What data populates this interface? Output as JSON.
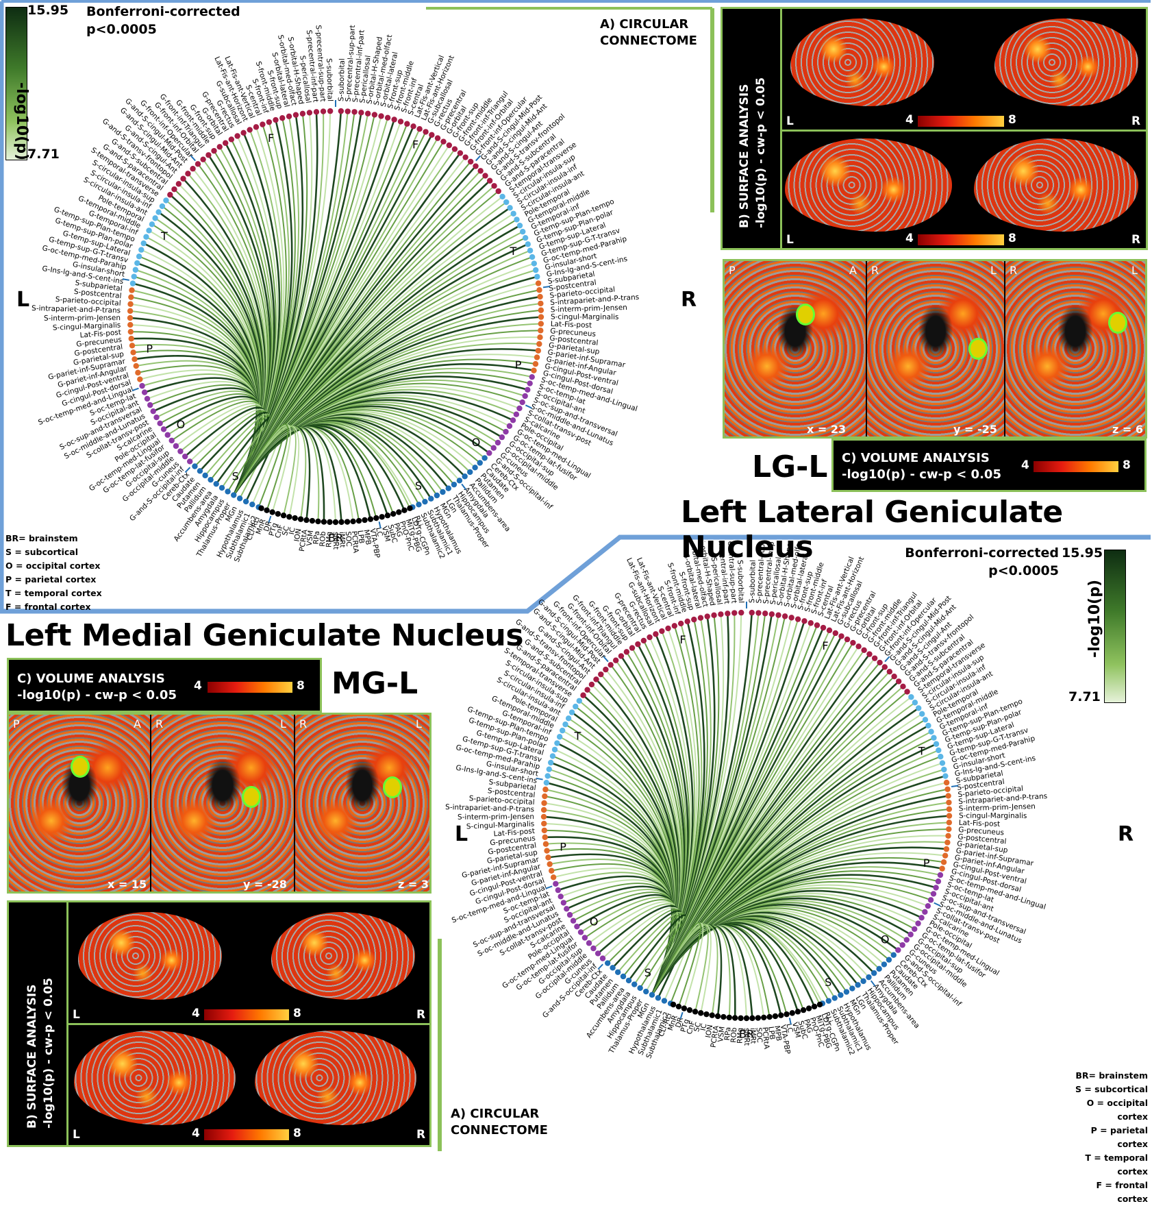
{
  "top": {
    "colorbar": {
      "max": "15.95",
      "min": "7.71",
      "label": "-log10(p)"
    },
    "sig": {
      "line1": "Bonferroni-corrected",
      "line2": "p<0.0005"
    },
    "connectome_title": {
      "line1": "A) CIRCULAR",
      "line2": "CONNECTOME"
    },
    "surface_title": {
      "line1": "B) SURFACE ANALYSIS",
      "line2": "-log10(p) - cw-p < 0.05"
    },
    "surface_scale": {
      "min": "4",
      "max": "8"
    },
    "hemi_left": "L",
    "hemi_right": "R",
    "volume": {
      "title_line1": "C) VOLUME ANALYSIS",
      "title_line2": "-log10(p) - cw-p < 0.05",
      "scale_min": "4",
      "scale_max": "8",
      "views": [
        {
          "left": "P",
          "right": "A",
          "coord": "x = 23"
        },
        {
          "left": "R",
          "right": "L",
          "coord": "y = -25"
        },
        {
          "left": "R",
          "right": "L",
          "coord": "z = 6"
        }
      ]
    },
    "abbr": "LG-L",
    "name": "Left Lateral Geniculate Nucleus",
    "side_left": "L",
    "side_right": "R",
    "legend": [
      "BR= brainstem",
      "S = subcortical",
      "O = occipital cortex",
      "P = parietal cortex",
      "T = temporal cortex",
      "F = frontal cortex"
    ]
  },
  "bottom": {
    "colorbar": {
      "max": "15.95",
      "min": "7.71",
      "label": "-log10(p)"
    },
    "sig": {
      "line1": "Bonferroni-corrected",
      "line2": "p<0.0005"
    },
    "connectome_title": {
      "line1": "A) CIRCULAR",
      "line2": "CONNECTOME"
    },
    "surface_title": {
      "line1": "B) SURFACE ANALYSIS",
      "line2": "-log10(p) - cw-p < 0.05"
    },
    "surface_scale": {
      "min": "4",
      "max": "8"
    },
    "hemi_left": "L",
    "hemi_right": "R",
    "volume": {
      "title_line1": "C) VOLUME ANALYSIS",
      "title_line2": "-log10(p) - cw-p < 0.05",
      "scale_min": "4",
      "scale_max": "8",
      "views": [
        {
          "left": "P",
          "right": "A",
          "coord": "x = 15"
        },
        {
          "left": "R",
          "right": "L",
          "coord": "y = -28"
        },
        {
          "left": "R",
          "right": "L",
          "coord": "z = 3"
        }
      ]
    },
    "abbr": "MG-L",
    "name": "Left Medial Geniculate Nucleus",
    "side_left": "L",
    "side_right": "R",
    "legend": [
      "BR= brainstem",
      "S = subcortical",
      "O = occipital cortex",
      "P = parietal cortex",
      "T = temporal cortex",
      "F = frontal cortex"
    ]
  },
  "sectors": {
    "F": "F",
    "T": "T",
    "P": "P",
    "O": "O",
    "S": "S",
    "BR": "BR"
  },
  "region_colors": {
    "frontal": "#a51c45",
    "temporal": "#5bb6e6",
    "parietal": "#e06a2a",
    "occipital": "#8e3aa6",
    "subcortical": "#1f6fb5",
    "brainstem": "#000000",
    "edge_strong": "#123d14",
    "edge_weak": "#c8e2b0"
  },
  "left_hemisphere_labels": [
    "S-suborbital",
    "S-precentral-sup-part",
    "S-precentral-inf-part",
    "S-pericallosal",
    "S-orbital-H-Shaped",
    "S-orbital-med-olfact",
    "S-orbital-lateral",
    "S-front-sup",
    "S-front-middle",
    "S-front-inf",
    "S-central",
    "Lat-Fis-ant-Vertical",
    "Lat-Fis-ant-Horizont",
    "G-subcallosal",
    "G-rectus",
    "G-precentral",
    "G-orbital",
    "G-front-sup",
    "G-front-middle",
    "G-front-inf-Triangul",
    "G-front-inf-Orbital",
    "G-front-inf-Opercular",
    "G-and-S-cingul-Mid-Post",
    "G-and-S-cingul-Mid-Ant",
    "G-and-S-cingul-Ant",
    "G-and-S-transv-frontopol",
    "G-and-S-subcentral",
    "G-and-S-paracentral",
    "S-temporal-transverse",
    "S-circular-insula-sup",
    "S-circular-insula-inf",
    "S-circular-insula-ant",
    "Pole-temporal",
    "G-temporal-middle",
    "G-temporal-inf",
    "G-temp-sup-Plan-tempo",
    "G-temp-sup-Plan-polar",
    "G-temp-sup-Lateral",
    "G-temp-sup-G-T-transv",
    "G-oc-temp-med-Parahip",
    "G-insular-short",
    "G-Ins-lg-and-S-cent-ins",
    "S-subparietal",
    "S-postcentral",
    "S-parieto-occipital",
    "S-intrapariet-and-P-trans",
    "S-interm-prim-Jensen",
    "S-cingul-Marginalis",
    "Lat-Fis-post",
    "G-precuneus",
    "G-postcentral",
    "G-parietal-sup",
    "G-pariet-inf-Supramar",
    "G-pariet-inf-Angular",
    "G-cingul-Post-ventral",
    "G-cingul-Post-dorsal",
    "S-oc-temp-med-and-Lingual",
    "S-oc-temp-lat",
    "S-occipital-ant",
    "S-oc-sup-and-transversal",
    "S-oc-middle-and-Lunatus",
    "S-collat-transv-post",
    "S-calcarine",
    "Pole-occipital",
    "G-oc-temp-med-Lingual",
    "G-oc-temp-lat-fusifor",
    "G-occipital-sup",
    "G-occipital-middle",
    "G-cuneus",
    "G-and-S-occipital-inf",
    "Cereb-Ctx",
    "Caudate",
    "Putamen",
    "Pallidum",
    "Accumbens-area",
    "Amygdala",
    "Hippocampus",
    "Thalamus-Proper",
    "MGn",
    "Hypothalamus",
    "Subthalamic1",
    "Subthalamic2"
  ],
  "right_hemisphere_labels": [
    "S-suborbital",
    "S-precentral-sup-part",
    "S-precentral-inf-part",
    "S-pericallosal",
    "S-orbital-H-Shaped",
    "S-orbital-med-olfact",
    "S-orbital-lateral",
    "S-front-sup",
    "S-front-middle",
    "S-front-inf",
    "S-central",
    "Lat-Fis-ant-Vertical",
    "Lat-Fis-ant-Horizont",
    "G-subcallosal",
    "G-rectus",
    "G-precentral",
    "G-orbital",
    "G-front-sup",
    "G-front-middle",
    "G-front-inf-Triangul",
    "G-front-inf-Orbital",
    "G-front-inf-Opercular",
    "G-and-S-cingul-Mid-Post",
    "G-and-S-cingul-Mid-Ant",
    "G-and-S-cingul-Ant",
    "G-and-S-transv-frontopol",
    "G-and-S-subcentral",
    "G-and-S-paracentral",
    "S-temporal-transverse",
    "S-circular-insula-sup",
    "S-circular-insula-inf",
    "S-circular-insula-ant",
    "Pole-temporal",
    "G-temporal-middle",
    "G-temporal-inf",
    "G-temp-sup-Plan-tempo",
    "G-temp-sup-Plan-polar",
    "G-temp-sup-Lateral",
    "G-temp-sup-G-T-transv",
    "G-oc-temp-med-Parahip",
    "G-insular-short",
    "G-Ins-lg-and-S-cent-ins",
    "S-subparietal",
    "S-postcentral",
    "S-parieto-occipital",
    "S-intrapariet-and-P-trans",
    "S-interm-prim-Jensen",
    "S-cingul-Marginalis",
    "Lat-Fis-post",
    "G-precuneus",
    "G-postcentral",
    "G-parietal-sup",
    "G-pariet-inf-Supramar",
    "G-pariet-inf-Angular",
    "G-cingul-Post-ventral",
    "G-cingul-Post-dorsal",
    "S-oc-temp-med-and-Lingual",
    "S-oc-temp-lat",
    "S-occipital-ant",
    "S-oc-sup-and-transversal",
    "S-oc-middle-and-Lunatus",
    "S-collat-transv-post",
    "S-calcarine",
    "Pole-occipital",
    "G-oc-temp-med-Lingual",
    "G-oc-temp-lat-fusifor",
    "G-occipital-sup",
    "G-occipital-middle",
    "G-cuneus",
    "G-and-S-occipital-inf",
    "Cereb-Ctx",
    "Caudate",
    "Putamen",
    "Pallidum",
    "Accumbens-area",
    "Amygdala",
    "Hippocampus",
    "Thalamus-Proper",
    "LGn",
    "MGn",
    "Hypothalamus",
    "Subthalamic1",
    "Subthalamic2",
    "RLi"
  ],
  "brainstem_labels": [
    "LDTg-CGPn",
    "MiTg-PBG",
    "PnO-PnC",
    "PAG",
    "SubC",
    "VSM",
    "LC",
    "VTA-PBP",
    "MPB",
    "LPB",
    "PCRtA",
    "SOC",
    "iMRt",
    "sMRt",
    "RMg",
    "ROb",
    "RPa",
    "VSM",
    "PCRtA",
    "ION",
    "IC",
    "SC",
    "CnF",
    "PTg",
    "DR",
    "MnR",
    "CLi-RLi"
  ]
}
